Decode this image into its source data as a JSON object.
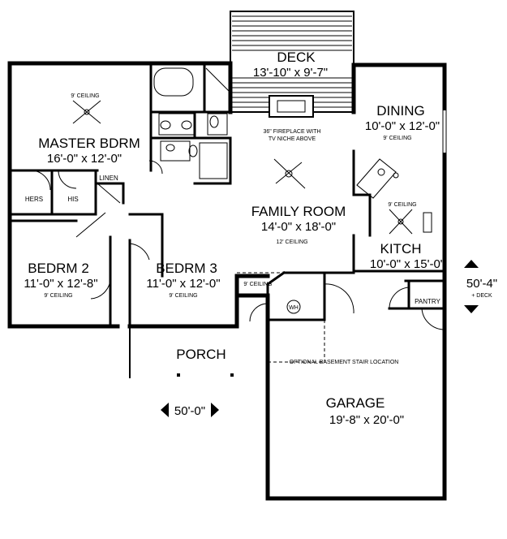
{
  "rooms": {
    "deck": {
      "name": "DECK",
      "dim": "13'-10\" x 9'-7\""
    },
    "dining": {
      "name": "DINING",
      "dim": "10'-0\" x 12'-0\"",
      "ceiling": "9' CEILING"
    },
    "master": {
      "name": "MASTER BDRM",
      "dim": "16'-0\" x 12'-0\"",
      "ceiling": "9' CEILING"
    },
    "family": {
      "name": "FAMILY ROOM",
      "dim": "14'-0\" x 18'-0\"",
      "ceiling": "12' CEILING"
    },
    "kitchen": {
      "name": "KITCH",
      "dim": "10'-0\" x 15'-0\"",
      "ceiling": "9' CEILING"
    },
    "bedrm2": {
      "name": "BEDRM 2",
      "dim": "11'-0\" x 12'-8\"",
      "ceiling": "9' CEILING"
    },
    "bedrm3": {
      "name": "BEDRM 3",
      "dim": "11'-0\" x 12'-0\"",
      "ceiling": "9' CEILING"
    },
    "garage": {
      "name": "GARAGE",
      "dim": "19'-8\" x 20'-0\""
    },
    "porch": {
      "name": "PORCH"
    }
  },
  "small_labels": {
    "fireplace_line1": "36\" FIREPLACE WITH",
    "fireplace_line2": "TV NICHE ABOVE",
    "linen": "LINEN",
    "hers": "HERS",
    "his": "HIS",
    "pantry": "PANTRY",
    "wh": "WH",
    "hall_ceiling": "9' CEILING",
    "stair_note": "OPTIONAL BASEMENT STAIR LOCATION"
  },
  "dimensions": {
    "width": "50'-0\"",
    "depth": "50'-4\"",
    "depth_note": "+ DECK"
  }
}
